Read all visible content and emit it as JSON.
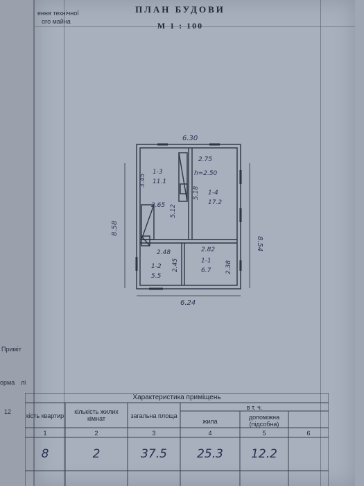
{
  "header": {
    "title": "ПЛАН БУДОВИ",
    "scale": "M 1 : 100",
    "clipped_line1": "ення технічної",
    "clipped_line2": "ого майна"
  },
  "plan": {
    "top_width": "6.30",
    "bottom_width": "6.24",
    "left_height": "8.58",
    "right_height": "8.54",
    "rooms": [
      {
        "code": "1-3",
        "area": "11.1"
      },
      {
        "code": "1-4",
        "area": "17.2"
      },
      {
        "code": "1-2",
        "area": "5.5"
      },
      {
        "code": "1-1",
        "area": "6.7"
      }
    ],
    "ceiling_height": "h=2.50",
    "dims": [
      "2.75",
      "3.45",
      "2.65",
      "5.12",
      "5.18",
      "2.48",
      "2.45",
      "2.82",
      "2.38"
    ]
  },
  "left_table": {
    "label_top": "Приміт",
    "label_norm": "орма",
    "label_li": "лі",
    "col_num": "12"
  },
  "table": {
    "title": "Характеристика приміщень",
    "col_quartiry": "кість квартир",
    "col_rooms": "кількість жилих кімнат",
    "col_total": "загальна площа",
    "col_including": "в т. ч.",
    "col_living": "жила",
    "col_aux": "допоміжна (підсобна)",
    "nums": [
      "1",
      "2",
      "3",
      "4",
      "5",
      "6"
    ],
    "values": [
      "8",
      "2",
      "37.5",
      "25.3",
      "12.2"
    ]
  }
}
